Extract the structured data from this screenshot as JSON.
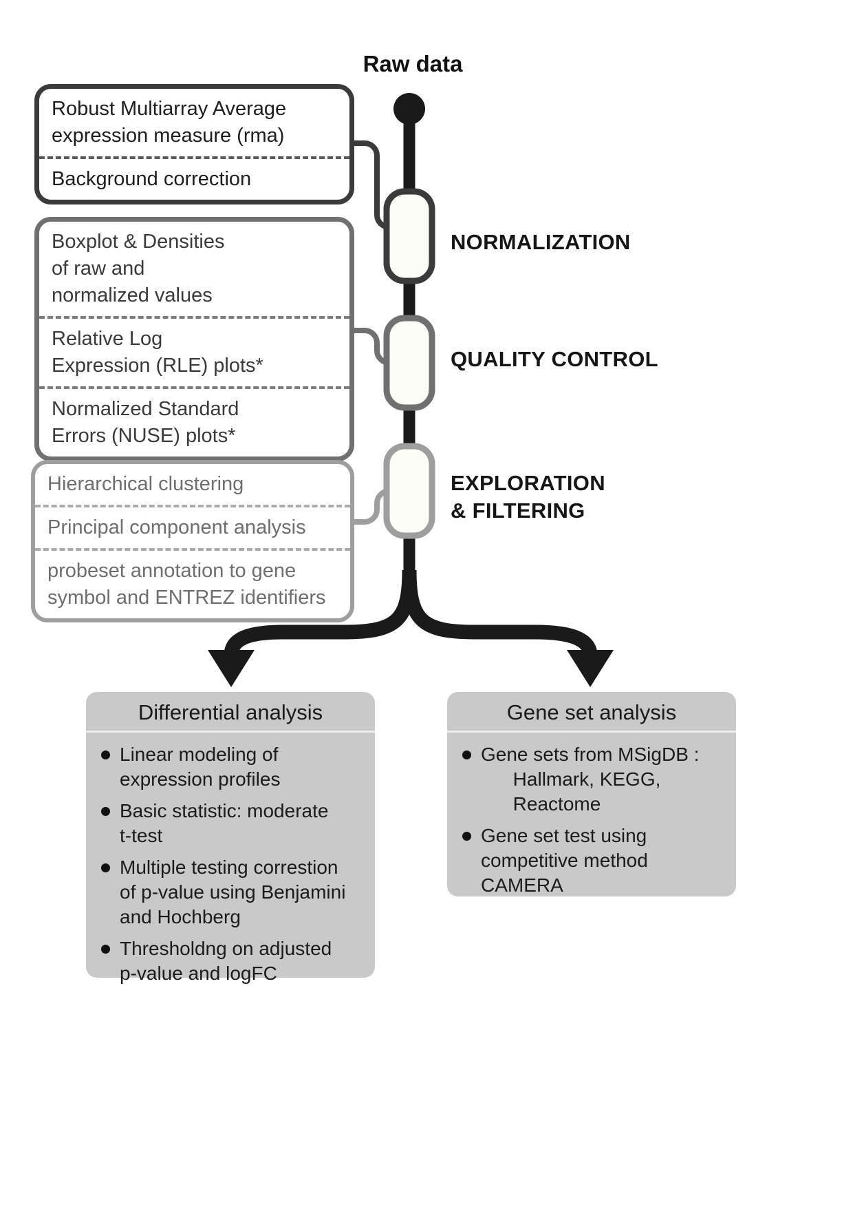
{
  "header": {
    "raw_data_label": "Raw data"
  },
  "colors": {
    "stage1_border": "#3b3b3b",
    "stage2_border": "#707070",
    "stage3_border": "#9e9e9e",
    "trunk": "#1a1a1a",
    "bottom_box_fill": "#c9c9c9"
  },
  "stages": [
    {
      "label": "NORMALIZATION",
      "box_items": [
        "Robust Multiarray Average\nexpression measure (rma)",
        "Background correction"
      ]
    },
    {
      "label": "QUALITY CONTROL",
      "box_items": [
        "Boxplot & Densities\nof raw and\nnormalized values",
        "Relative Log\nExpression (RLE) plots*",
        "Normalized Standard\nErrors (NUSE) plots*"
      ]
    },
    {
      "label": "EXPLORATION\n& FILTERING",
      "box_items": [
        "Hierarchical clustering",
        "Principal component analysis",
        "probeset annotation to gene\nsymbol and ENTREZ identifiers"
      ]
    }
  ],
  "differential": {
    "title": "Differential analysis",
    "bullets": [
      "Linear modeling of\nexpression profiles",
      "Basic statistic: moderate\nt-test",
      "Multiple testing correstion\nof p-value using Benjamini\nand Hochberg",
      "Thresholdng on adjusted\np-value and logFC"
    ]
  },
  "gene_set": {
    "title": "Gene set analysis",
    "bullets": [
      "Gene sets from MSigDB :\n      Hallmark, KEGG,\n      Reactome",
      "Gene set test using\ncompetitive method\nCAMERA"
    ]
  }
}
